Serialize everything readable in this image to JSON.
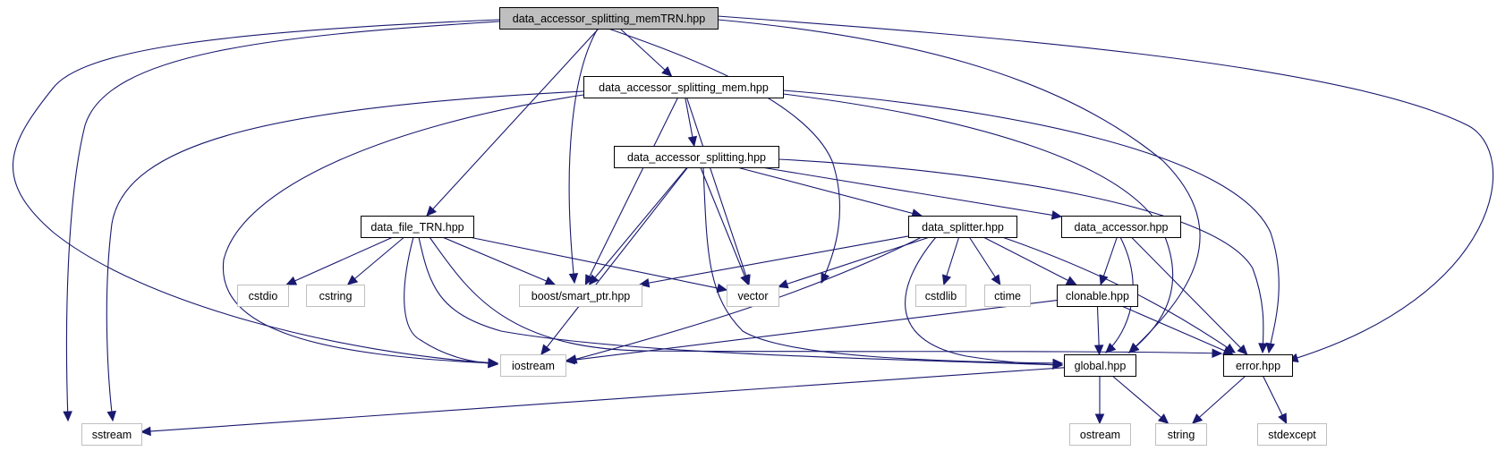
{
  "graph": {
    "colors": {
      "edge": "#191970",
      "root_fill": "#bfbfbf",
      "local_border": "#000000",
      "external_border": "#bfbfbf"
    },
    "nodes": [
      {
        "id": "root",
        "label": "data_accessor_splitting_memTRN.hpp",
        "kind": "root"
      },
      {
        "id": "mem",
        "label": "data_accessor_splitting_mem.hpp",
        "kind": "local"
      },
      {
        "id": "split",
        "label": "data_accessor_splitting.hpp",
        "kind": "local"
      },
      {
        "id": "trn",
        "label": "data_file_TRN.hpp",
        "kind": "local"
      },
      {
        "id": "splitter",
        "label": "data_splitter.hpp",
        "kind": "local"
      },
      {
        "id": "accessor",
        "label": "data_accessor.hpp",
        "kind": "local"
      },
      {
        "id": "clonable",
        "label": "clonable.hpp",
        "kind": "local"
      },
      {
        "id": "global",
        "label": "global.hpp",
        "kind": "local"
      },
      {
        "id": "error",
        "label": "error.hpp",
        "kind": "local"
      },
      {
        "id": "cstdio",
        "label": "cstdio",
        "kind": "external"
      },
      {
        "id": "cstring",
        "label": "cstring",
        "kind": "external"
      },
      {
        "id": "smartptr",
        "label": "boost/smart_ptr.hpp",
        "kind": "external"
      },
      {
        "id": "vector",
        "label": "vector",
        "kind": "external"
      },
      {
        "id": "cstdlib",
        "label": "cstdlib",
        "kind": "external"
      },
      {
        "id": "ctime",
        "label": "ctime",
        "kind": "external"
      },
      {
        "id": "iostream",
        "label": "iostream",
        "kind": "external"
      },
      {
        "id": "sstream",
        "label": "sstream",
        "kind": "external"
      },
      {
        "id": "ostream",
        "label": "ostream",
        "kind": "external"
      },
      {
        "id": "string",
        "label": "string",
        "kind": "external"
      },
      {
        "id": "stdexcept",
        "label": "stdexcept",
        "kind": "external"
      }
    ],
    "edges": [
      {
        "from": "root",
        "to": "mem"
      },
      {
        "from": "root",
        "to": "trn"
      },
      {
        "from": "root",
        "to": "smartptr"
      },
      {
        "from": "root",
        "to": "vector"
      },
      {
        "from": "root",
        "to": "iostream"
      },
      {
        "from": "root",
        "to": "sstream"
      },
      {
        "from": "root",
        "to": "global"
      },
      {
        "from": "root",
        "to": "error"
      },
      {
        "from": "mem",
        "to": "split"
      },
      {
        "from": "mem",
        "to": "smartptr"
      },
      {
        "from": "mem",
        "to": "vector"
      },
      {
        "from": "mem",
        "to": "iostream"
      },
      {
        "from": "mem",
        "to": "sstream"
      },
      {
        "from": "mem",
        "to": "global"
      },
      {
        "from": "mem",
        "to": "error"
      },
      {
        "from": "split",
        "to": "splitter"
      },
      {
        "from": "split",
        "to": "accessor"
      },
      {
        "from": "split",
        "to": "smartptr"
      },
      {
        "from": "split",
        "to": "vector"
      },
      {
        "from": "split",
        "to": "iostream"
      },
      {
        "from": "split",
        "to": "global"
      },
      {
        "from": "split",
        "to": "error"
      },
      {
        "from": "trn",
        "to": "cstdio"
      },
      {
        "from": "trn",
        "to": "cstring"
      },
      {
        "from": "trn",
        "to": "smartptr"
      },
      {
        "from": "trn",
        "to": "vector"
      },
      {
        "from": "trn",
        "to": "iostream"
      },
      {
        "from": "trn",
        "to": "global"
      },
      {
        "from": "trn",
        "to": "error"
      },
      {
        "from": "splitter",
        "to": "smartptr"
      },
      {
        "from": "splitter",
        "to": "vector"
      },
      {
        "from": "splitter",
        "to": "cstdlib"
      },
      {
        "from": "splitter",
        "to": "ctime"
      },
      {
        "from": "splitter",
        "to": "clonable"
      },
      {
        "from": "splitter",
        "to": "iostream"
      },
      {
        "from": "splitter",
        "to": "global"
      },
      {
        "from": "splitter",
        "to": "error"
      },
      {
        "from": "accessor",
        "to": "clonable"
      },
      {
        "from": "accessor",
        "to": "global"
      },
      {
        "from": "accessor",
        "to": "error"
      },
      {
        "from": "clonable",
        "to": "iostream"
      },
      {
        "from": "clonable",
        "to": "global"
      },
      {
        "from": "clonable",
        "to": "error"
      },
      {
        "from": "global",
        "to": "sstream"
      },
      {
        "from": "global",
        "to": "ostream"
      },
      {
        "from": "global",
        "to": "string"
      },
      {
        "from": "error",
        "to": "string"
      },
      {
        "from": "error",
        "to": "stdexcept"
      }
    ]
  }
}
